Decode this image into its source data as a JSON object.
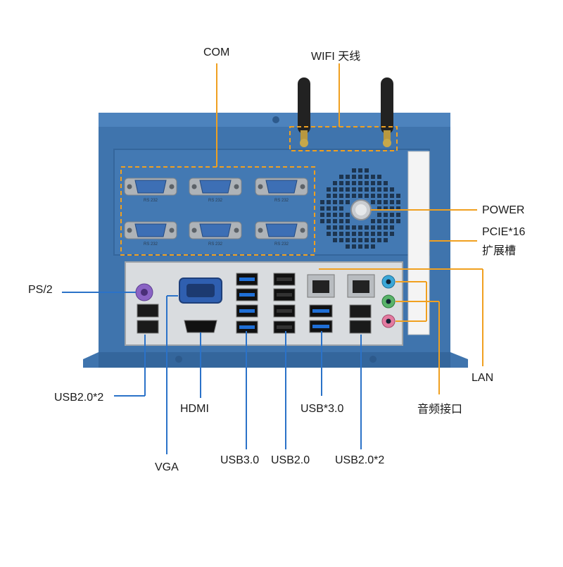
{
  "labels": {
    "com": "COM",
    "wifi": "WIFI 天线",
    "power": "POWER",
    "pcie_line1": "PCIE*16",
    "pcie_line2": "扩展槽",
    "ps2": "PS/2",
    "lan": "LAN",
    "audio": "音频接口",
    "usb20x2_left": "USB2.0*2",
    "hdmi": "HDMI",
    "usb3x3": "USB*3.0",
    "vga": "VGA",
    "usb30": "USB3.0",
    "usb20": "USB2.0",
    "usb20x2_right": "USB2.0*2"
  },
  "serial_port_label": "RS 232",
  "colors": {
    "chassis": "#3f74ad",
    "chassis_dark": "#2f5f94",
    "leader_orange": "#f0a020",
    "leader_blue": "#2b72c8",
    "io_shield": "#d9dcdf",
    "usb3_blue": "#1f6fd6",
    "audio_blue": "#3aa7d8",
    "audio_green": "#59b36a",
    "audio_pink": "#e37aa0",
    "ps2_purple": "#8a63c4"
  }
}
